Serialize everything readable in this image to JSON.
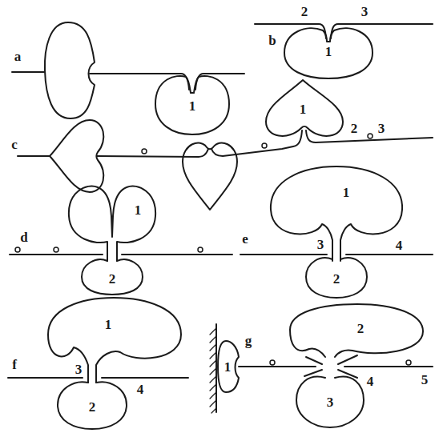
{
  "diagram": {
    "labels": [
      "2",
      "3",
      "b",
      "1",
      "a",
      "1",
      "1",
      "2",
      "c",
      "3",
      "d",
      "e",
      "1",
      "3",
      "4",
      "1",
      "2",
      "2",
      "1",
      "g",
      "2",
      "f",
      "3",
      "1",
      "4",
      "5",
      "4",
      "3",
      "2"
    ]
  }
}
